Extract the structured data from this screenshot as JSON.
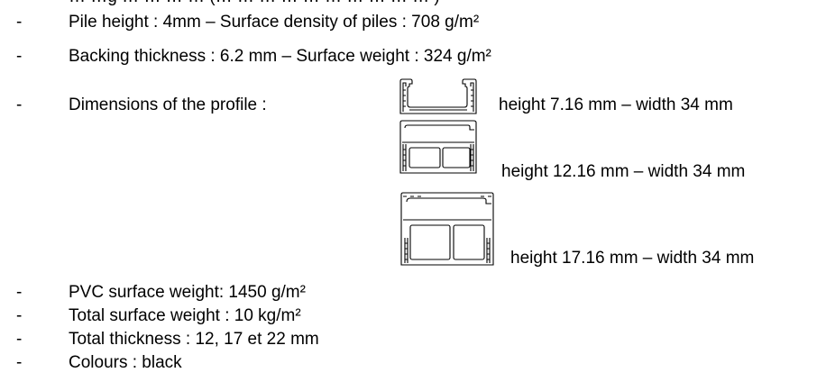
{
  "lines": {
    "top_partial": "… …g … … … … (… … … … … … … … … … )",
    "pile": "Pile height : 4mm – Surface density of piles : 708 g/m²",
    "backing": "Backing thickness : 6.2 mm – Surface weight : 324 g/m²",
    "dimensions": "Dimensions of the profile :",
    "pvc": "PVC surface weight: 1450 g/m²",
    "total_weight": "Total surface weight : 10 kg/m²",
    "total_thickness": "Total thickness :  12, 17 et 22 mm",
    "colours": "Colours : black"
  },
  "dash": "-",
  "profiles": [
    {
      "caption": "height 7.16 mm – width 34 mm"
    },
    {
      "caption": "height 12.16 mm – width 34 mm"
    },
    {
      "caption": "height 17.16 mm – width 34 mm"
    }
  ]
}
